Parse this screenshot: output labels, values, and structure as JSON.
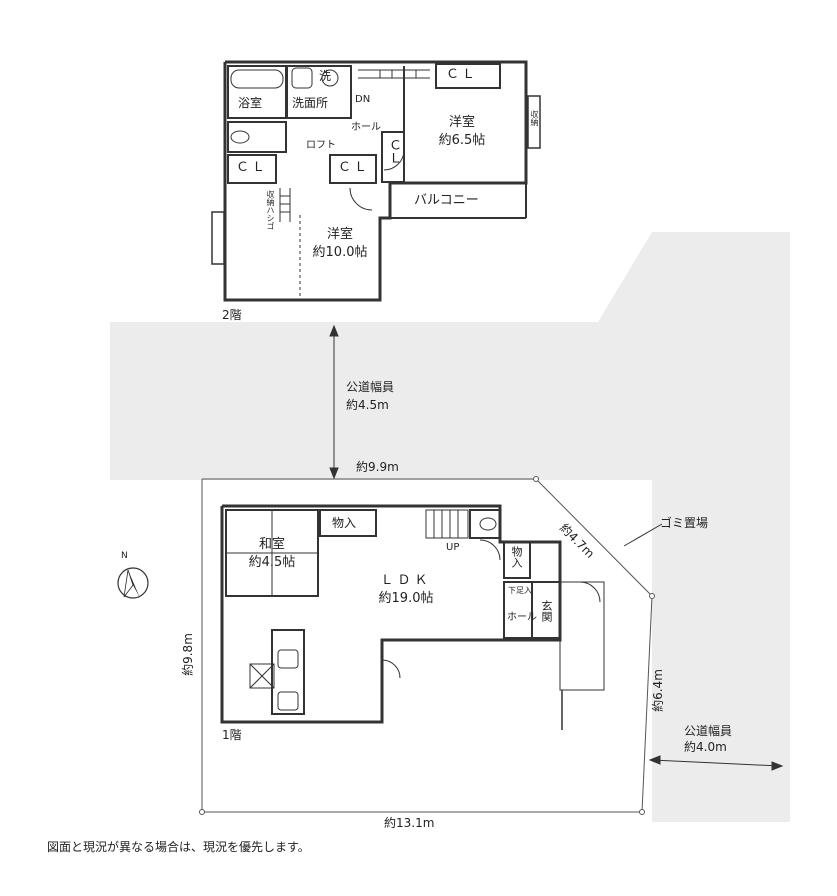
{
  "floor2": {
    "label": "2階",
    "bath": "浴室",
    "wash_small": "洗",
    "washroom": "洗面所",
    "dn": "DN",
    "hall": "ホール",
    "loft": "ロフト",
    "cl_a": "ＣＬ",
    "cl_b": "ＣＬ",
    "cl_c": "ＣＬ",
    "cl_vertical": "ＣＬ",
    "ladder": "収納ハシゴ",
    "storage": "収納",
    "room1_name": "洋室",
    "room1_size": "約6.5帖",
    "room2_name": "洋室",
    "room2_size": "約10.0帖",
    "balcony": "バルコニー"
  },
  "road_north": {
    "label": "公道幅員",
    "width": "約4.5m"
  },
  "road_east": {
    "label": "公道幅員",
    "width": "約4.0m"
  },
  "lot": {
    "north_edge": "約9.9m",
    "ne_edge": "約4.7m",
    "east_edge": "約6.4m",
    "south_edge": "約13.1m",
    "west_edge": "約9.8m",
    "garbage": "ゴミ置場"
  },
  "floor1": {
    "label": "1階",
    "washitsu_name": "和室",
    "washitsu_size": "約4.5帖",
    "storage1": "物入",
    "storage2": "物入",
    "up": "UP",
    "ldk_name": "ＬＤＫ",
    "ldk_size": "約19.0帖",
    "shoe_box": "下足入",
    "hall": "ホール",
    "entrance": "玄関"
  },
  "compass": {
    "letter": "N"
  },
  "footer": {
    "note": "図面と現況が異なる場合は、現況を優先します。"
  }
}
